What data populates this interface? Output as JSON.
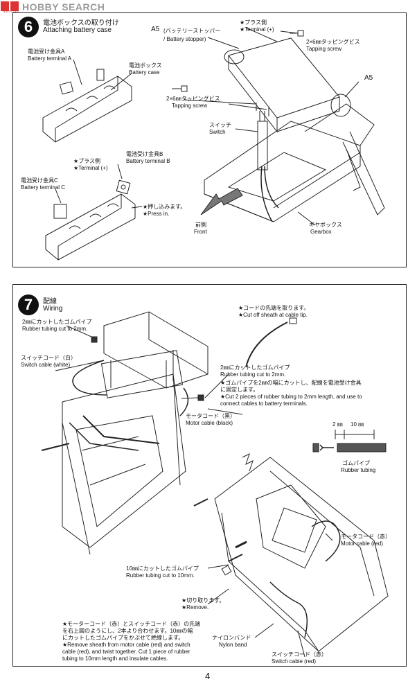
{
  "watermark": {
    "brand": "HOBBY SEARCH",
    "site": "hsn.com"
  },
  "step6": {
    "number": "6",
    "title_jp": "電池ボックスの取り付け",
    "title_en": "Attaching battery case",
    "labels": {
      "terminal_a_jp": "電池受け金具A",
      "terminal_a_en": "Battery terminal A",
      "case_jp": "電池ボックス",
      "case_en": "Battery case",
      "plus1_jp": "★プラス側",
      "plus1_en": "★Terminal (+)",
      "terminal_b_jp": "電池受け金具B",
      "terminal_b_en": "Battery terminal B",
      "terminal_c_jp": "電池受け金具C",
      "terminal_c_en": "Battery terminal C",
      "press_jp": "★押し込みます。",
      "press_en": "★Press in.",
      "a5_label": "A5",
      "stopper_jp": "(バッテリーストッパー",
      "stopper_en": "/ Battery stopper)",
      "plus2_jp": "★プラス側",
      "plus2_en": "★Terminal (+)",
      "screw1_jp": "2×6㎜タッピングビス",
      "screw1_en": "Tapping screw",
      "a5_right": "A5",
      "screw2_jp": "2×6㎜タッピングビス",
      "screw2_en": "Tapping screw",
      "switch_jp": "スイッチ",
      "switch_en": "Switch",
      "front_jp": "前側",
      "front_en": "Front",
      "gearbox_jp": "ギヤボックス",
      "gearbox_en": "Gearbox"
    }
  },
  "step7": {
    "number": "7",
    "title_jp": "配線",
    "title_en": "Wiring",
    "labels": {
      "tube2_jp": "2㎜にカットしたゴムパイプ",
      "tube2_en": "Rubber tubing cut to 2mm.",
      "switch_white_jp": "スイッチコード（白）",
      "switch_white_en": "Switch cable (white)",
      "cut_sheath_jp": "★コードの先端を取ります。",
      "cut_sheath_en": "★Cut off sheath at cable tip.",
      "tube2b_jp": "2㎜にカットしたゴムパイプ",
      "tube2b_en": "Rubber tubing cut to 2mm.",
      "cut2_jp1": "★ゴムパイプを2㎜の幅にカットし、配線を電池受け金具",
      "cut2_jp2": "に固定します。",
      "cut2_en1": "★Cut 2 pieces of rubber tubing to 2mm length, and use to",
      "cut2_en2": "connect cables to battery terminals.",
      "motor_black_jp": "モータコード（黒）",
      "motor_black_en": "Motor cable (black)",
      "dim_2": "2 ㎜",
      "dim_10": "10 ㎜",
      "tubing_jp": "ゴムパイプ",
      "tubing_en": "Rubber tubing",
      "motor_red_jp": "モータコード（赤）",
      "motor_red_en": "Motor cable (red)",
      "tube10_jp": "10㎜にカットしたゴムパイプ",
      "tube10_en": "Rubber tubing cut to 10mm.",
      "remove_jp": "★切り取ります。",
      "remove_en": "★Remove.",
      "twist_jp1": "★モーターコード（赤）とスイッチコード（赤）の先端",
      "twist_jp2": "を右上図のようにし、2本より合わせます。10㎜の幅",
      "twist_jp3": "にカットしたゴムパイプをかぶせて絶縁します。",
      "twist_en1": "★Remove sheath from motor cable (red) and switch",
      "twist_en2": "cable (red), and twist together. Cut 1 piece of rubber",
      "twist_en3": "tubing to 10mm length and insulate cables.",
      "nylon_jp": "ナイロンバンド",
      "nylon_en": "Nylon band",
      "switch_red_jp": "スイッチコード（赤）",
      "switch_red_en": "Switch cable (red)"
    }
  },
  "page_number": "4"
}
